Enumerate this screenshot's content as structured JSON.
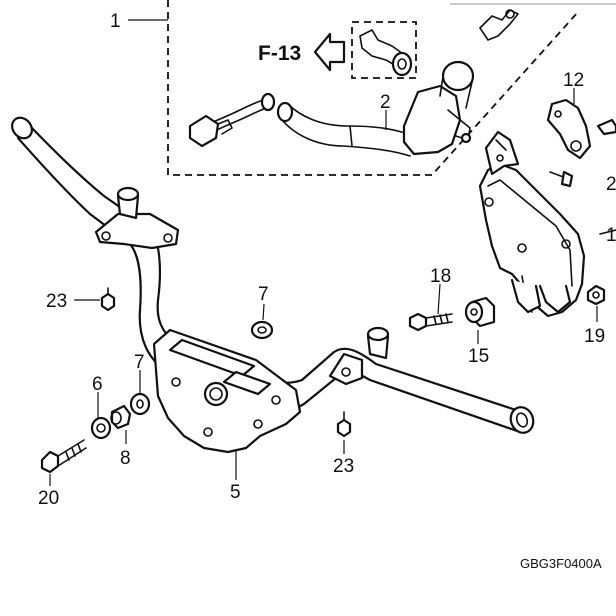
{
  "diagram": {
    "reference": {
      "arrow_label": "F-13"
    },
    "drawing_code": "GBG3F0400A",
    "callouts": [
      {
        "id": "c1",
        "label": "1"
      },
      {
        "id": "c2",
        "label": "2"
      },
      {
        "id": "c12",
        "label": "12"
      },
      {
        "id": "c2b",
        "label": "2"
      },
      {
        "id": "c1b",
        "label": "1"
      },
      {
        "id": "c18",
        "label": "18"
      },
      {
        "id": "c15",
        "label": "15"
      },
      {
        "id": "c19",
        "label": "19"
      },
      {
        "id": "c7a",
        "label": "7"
      },
      {
        "id": "c23a",
        "label": "23"
      },
      {
        "id": "c7b",
        "label": "7"
      },
      {
        "id": "c6",
        "label": "6"
      },
      {
        "id": "c8",
        "label": "8"
      },
      {
        "id": "c20",
        "label": "20"
      },
      {
        "id": "c5",
        "label": "5"
      },
      {
        "id": "c23b",
        "label": "23"
      }
    ]
  }
}
